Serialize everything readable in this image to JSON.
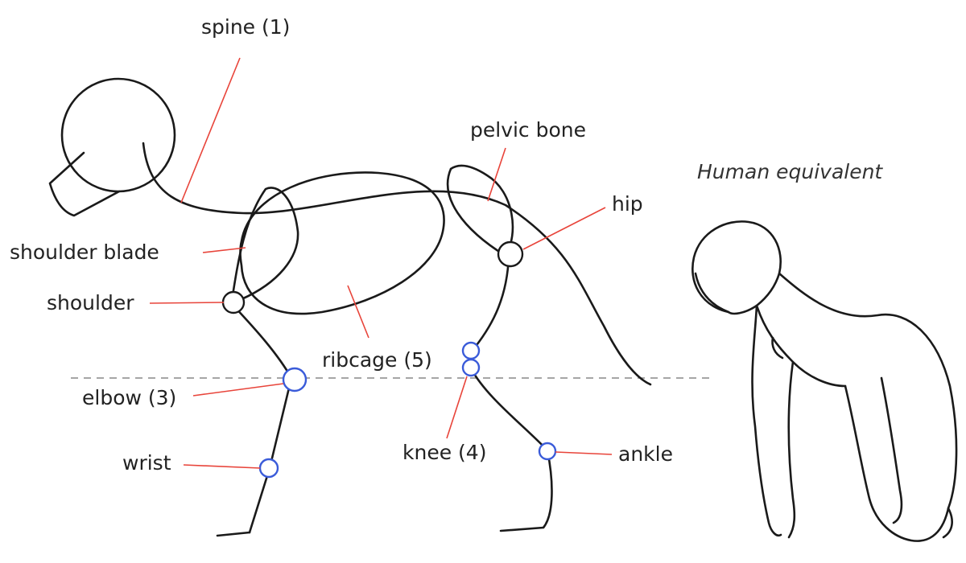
{
  "labels": {
    "spine": "spine (1)",
    "pelvic_bone": "pelvic bone",
    "human_equivalent": "Human equivalent",
    "hip": "hip",
    "shoulder_blade": "shoulder blade",
    "shoulder": "shoulder",
    "ribcage": "ribcage (5)",
    "elbow": "elbow (3)",
    "wrist": "wrist",
    "knee": "knee (4)",
    "ankle": "ankle"
  },
  "colors": {
    "leader": "#e8443a",
    "joint_blue": "#3a5bd9",
    "ground_line": "#888888"
  }
}
